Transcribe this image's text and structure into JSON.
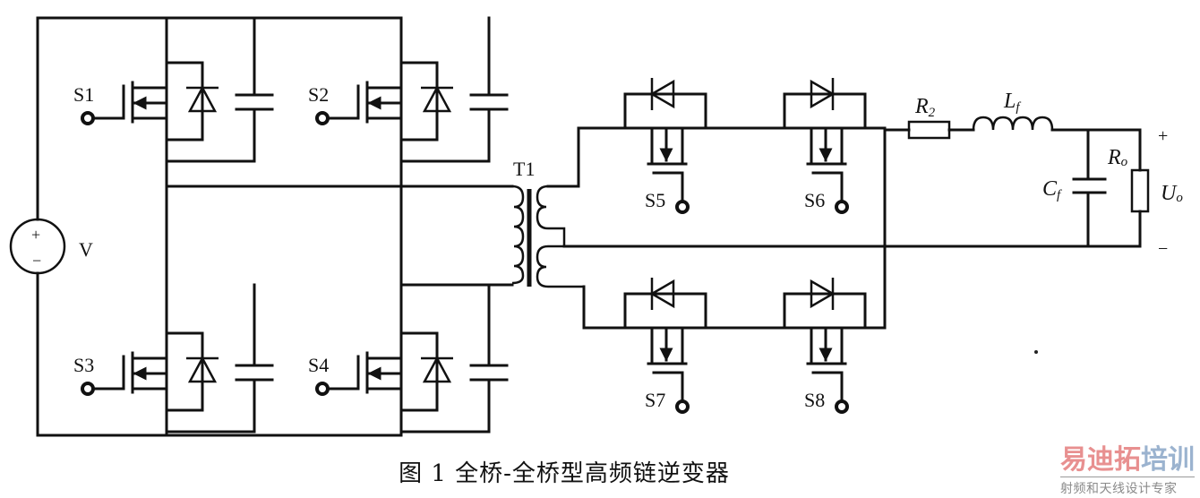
{
  "figure": {
    "caption": "图 1  全桥-全桥型高频链逆变器",
    "watermark": {
      "brand_part1": "易迪拓",
      "brand_part2": "培训",
      "tagline": "射频和天线设计专家",
      "colors": {
        "brand_part1": "#e89090",
        "brand_part2": "#9bb3cf",
        "tagline": "#8a8a8a"
      }
    }
  },
  "components": {
    "source": {
      "label": "V",
      "plus": "+",
      "minus": "−"
    },
    "switches": [
      "S1",
      "S2",
      "S3",
      "S4",
      "S5",
      "S6",
      "S7",
      "S8"
    ],
    "transformer": "T1",
    "resistor": {
      "main": "R",
      "sub": "2"
    },
    "inductor": {
      "main": "L",
      "sub": "f"
    },
    "capacitor": {
      "main": "C",
      "sub": "f"
    },
    "load": {
      "main": "R",
      "sub": "o"
    },
    "output": {
      "main": "U",
      "sub": "o",
      "plus": "+",
      "minus": "−"
    }
  }
}
